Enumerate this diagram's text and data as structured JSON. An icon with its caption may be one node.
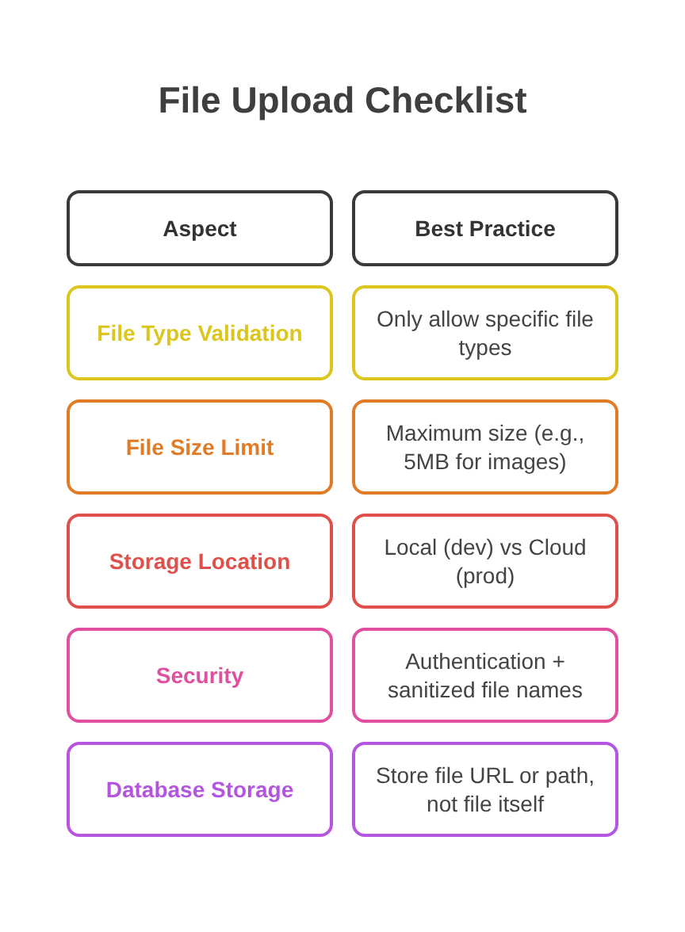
{
  "diagram": {
    "title": "File Upload Checklist",
    "nodes": [
      {
        "text": [
          "Aspect"
        ]
      },
      {
        "text": [
          "Best Practice"
        ]
      },
      {
        "text": [
          "File Type Validation"
        ]
      },
      {
        "text": [
          "Only allow specific file types"
        ]
      },
      {
        "text": [
          "File Size Limit"
        ]
      },
      {
        "text": [
          "Maximum size (e.g., 5MB for images)"
        ]
      },
      {
        "text": [
          "Storage Location"
        ]
      },
      {
        "text": [
          "Local (dev) vs Cloud (prod)"
        ]
      },
      {
        "text": [
          "Security"
        ]
      },
      {
        "text": [
          "Authentication + sanitized file names"
        ]
      },
      {
        "text": [
          "Database Storage"
        ]
      },
      {
        "text": [
          "Store file URL or path, not file itself"
        ]
      }
    ],
    "edges": []
  }
}
